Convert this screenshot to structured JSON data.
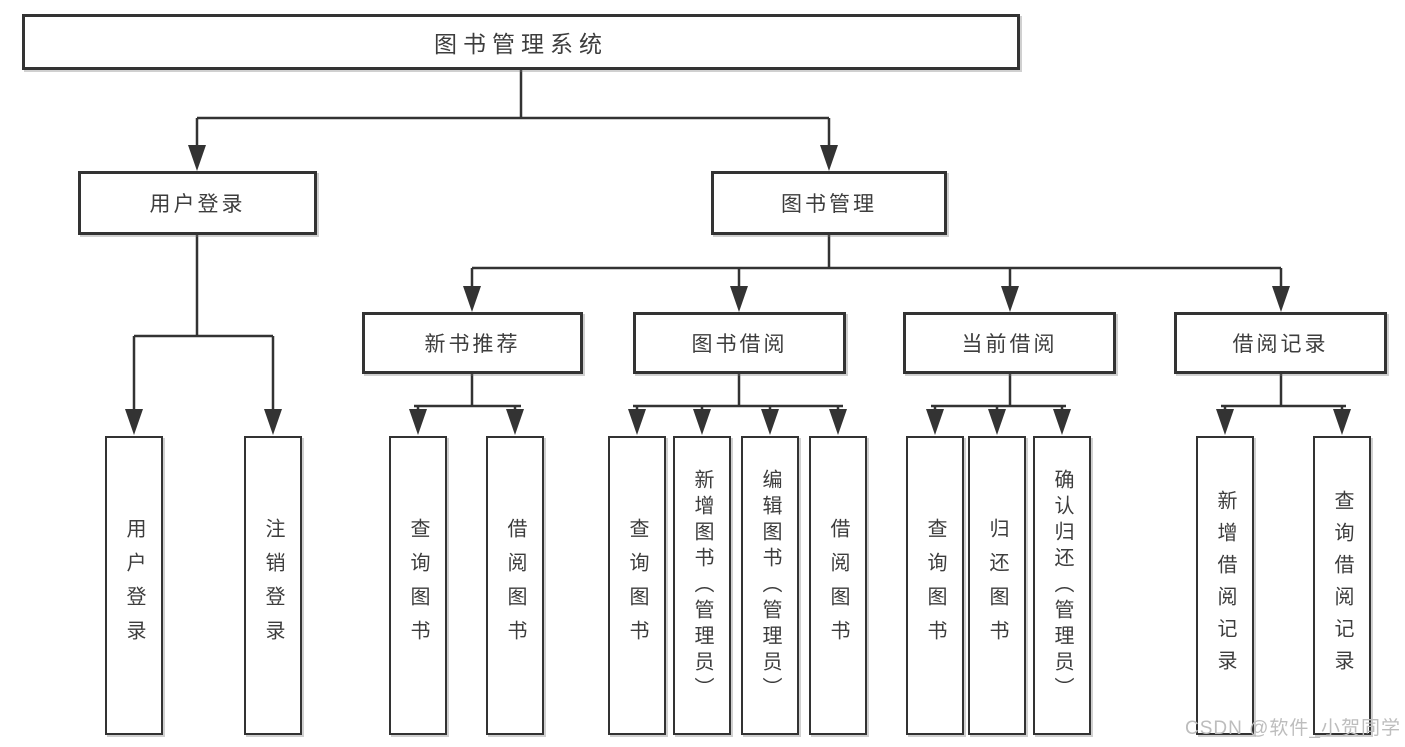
{
  "colors": {
    "line": "#333333",
    "text": "#3d3d3d",
    "watermark": "#bdbdbd",
    "background": "#ffffff"
  },
  "watermark": {
    "text": "CSDN @软件_小贺同学"
  },
  "tree": {
    "root": {
      "label": "图书管理系统",
      "children": [
        {
          "label": "用户登录",
          "children": [
            {
              "label": "用户登录"
            },
            {
              "label": "注销登录"
            }
          ]
        },
        {
          "label": "图书管理",
          "children": [
            {
              "label": "新书推荐",
              "children": [
                {
                  "label": "查询图书"
                },
                {
                  "label": "借阅图书"
                }
              ]
            },
            {
              "label": "图书借阅",
              "children": [
                {
                  "label": "查询图书"
                },
                {
                  "label": "新增图书（管理员）"
                },
                {
                  "label": "编辑图书（管理员）"
                },
                {
                  "label": "借阅图书"
                }
              ]
            },
            {
              "label": "当前借阅",
              "children": [
                {
                  "label": "查询图书"
                },
                {
                  "label": "归还图书"
                },
                {
                  "label": "确认归还（管理员）"
                }
              ]
            },
            {
              "label": "借阅记录",
              "children": [
                {
                  "label": "新增借阅记录"
                },
                {
                  "label": "查询借阅记录"
                }
              ]
            }
          ]
        }
      ]
    }
  }
}
